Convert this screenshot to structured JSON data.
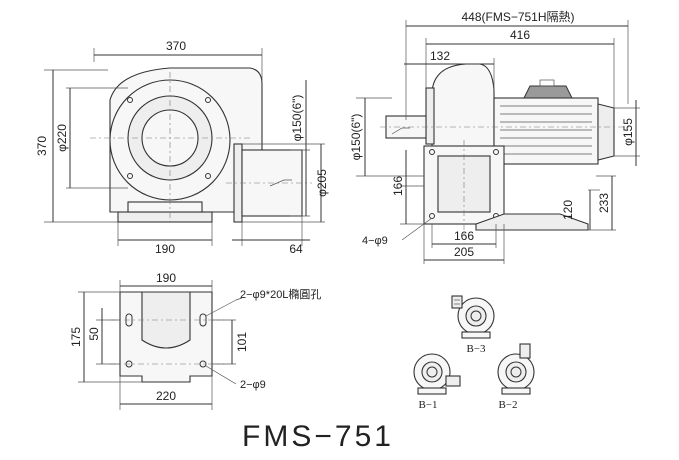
{
  "drawing": {
    "model_title": "FMS−751",
    "front_view": {
      "width_top": "370",
      "height_left": "370",
      "inlet_dia": "φ220",
      "outlet_dia": "φ150(6\")",
      "outlet_flange": "φ205",
      "base_width": "190",
      "outlet_depth": "64"
    },
    "side_view": {
      "overall_length_insulated": "448(FMS−751H隔熱)",
      "overall_length": "416",
      "housing_depth": "132",
      "outlet_dia": "φ150(6\")",
      "motor_dia": "φ155",
      "outlet_center_height": "166",
      "shaft_height": "120",
      "top_height": "233",
      "mount_holes": "4−φ9",
      "base_inner": "166",
      "base_outer": "205"
    },
    "base_plate": {
      "top_width": "190",
      "bottom_width": "220",
      "height_outer": "175",
      "height_inner": "50",
      "slot_spacing": "101",
      "slot_note": "2−φ9*20L橢圓孔",
      "hole_note": "2−φ9"
    },
    "orientations": [
      "B−1",
      "B−2",
      "B−3"
    ]
  }
}
